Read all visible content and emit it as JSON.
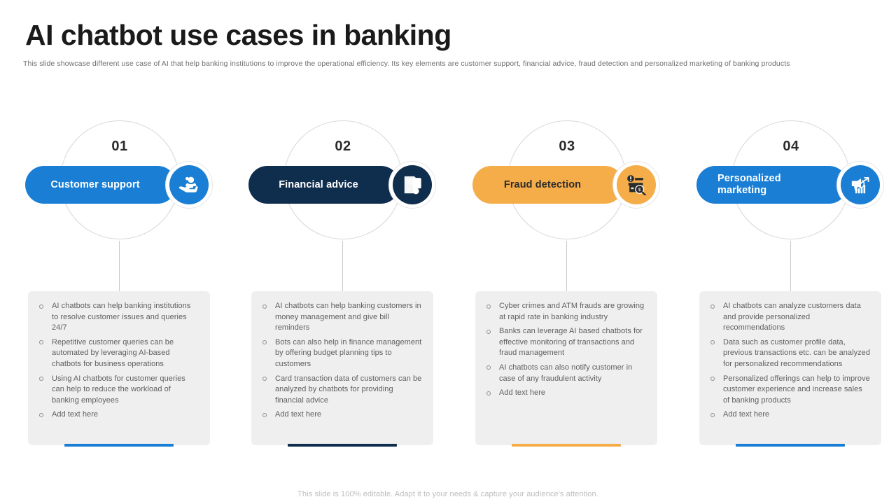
{
  "header": {
    "title": "AI chatbot use cases in banking",
    "subtitle": "This slide showcase different use case of AI that help banking institutions to improve the operational efficiency. Its key elements are customer support, financial advice, fraud detection and personalized marketing of banking products"
  },
  "footer": {
    "note": "This slide is 100% editable. Adapt it to your needs & capture your audience's attention."
  },
  "colors": {
    "blue": "#1a7fd4",
    "navy": "#0f2d4d",
    "orange": "#f5ad4a",
    "blue_alt": "#1a7fd4",
    "card_bg": "#efefef",
    "ring": "#d8d8d8",
    "text_muted": "#6e6e6e"
  },
  "items": [
    {
      "number": "01",
      "label": "Customer support",
      "icon": "support-hand-icon",
      "pill_color": "#1a7fd4",
      "pill_text_color": "#ffffff",
      "badge_color": "#1a7fd4",
      "badge_icon_color": "#ffffff",
      "accent_color": "#1a7fd4",
      "bullets": [
        "AI chatbots can help banking institutions to resolve  customer issues and queries 24/7",
        "Repetitive  customer queries can be automated by leveraging  AI-based chatbots for business operations",
        "Using AI chatbots for  customer queries can help to reduce  the workload  of banking employees",
        "Add text here"
      ]
    },
    {
      "number": "02",
      "label": "Financial advice",
      "icon": "document-calculator-icon",
      "pill_color": "#0f2d4d",
      "pill_text_color": "#ffffff",
      "badge_color": "#0f2d4d",
      "badge_icon_color": "#ffffff",
      "accent_color": "#0f2d4d",
      "bullets": [
        "AI chatbots can help banking customers in money management and give  bill reminders",
        "Bots can also help in finance management  by offering  budget planning tips to customers",
        "Card transaction data of customers can be analyzed by chatbots for providing  financial  advice",
        "Add text here"
      ]
    },
    {
      "number": "03",
      "label": "Fraud detection",
      "icon": "fraud-magnifier-icon",
      "pill_color": "#f5ad4a",
      "pill_text_color": "#2b2b2b",
      "badge_color": "#f5ad4a",
      "badge_icon_color": "#2b2b2b",
      "accent_color": "#f5ad4a",
      "bullets": [
        "Cyber crimes and ATM frauds are growing  at rapid rate in banking industry",
        "Banks can leverage  AI based chatbots for effective monitoring  of transactions and fraud  management",
        "AI chatbots can also notify customer in case of any fraudulent  activity",
        "Add text here"
      ]
    },
    {
      "number": "04",
      "label": "Personalized marketing",
      "icon": "megaphone-growth-icon",
      "pill_color": "#1a7fd4",
      "pill_text_color": "#ffffff",
      "badge_color": "#1a7fd4",
      "badge_icon_color": "#ffffff",
      "accent_color": "#1a7fd4",
      "bullets": [
        "AI chatbots can analyze customers data and provide personalized  recommendations",
        "Data  such as customer profile data, previous  transactions etc. can be analyzed for personalized  recommendations",
        "Personalized  offerings  can help to improve  customer experience  and increase  sales of banking  products",
        "Add text here"
      ]
    }
  ]
}
